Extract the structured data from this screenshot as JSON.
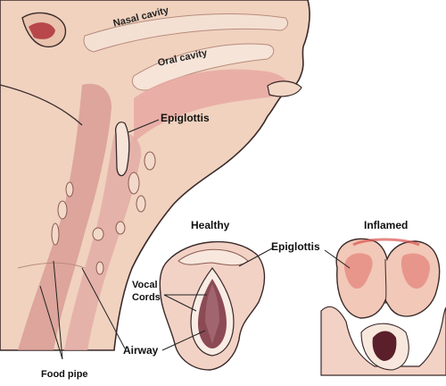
{
  "labels": {
    "nasal_cavity": "Nasal cavity",
    "oral_cavity": "Oral cavity",
    "epiglottis_side": "Epiglottis",
    "healthy": "Healthy",
    "inflamed": "Inflamed",
    "epiglottis_front": "Epiglottis",
    "vocal_cords_line1": "Vocal",
    "vocal_cords_line2": "Cords",
    "airway": "Airway",
    "food_pipe": "Food pipe"
  },
  "colors": {
    "skin": "#f0d2bf",
    "tissue": "#e6b8ad",
    "mucosa": "#d98e8a",
    "inflamed_red": "#d9534f",
    "dark_airway": "#6a2a35",
    "outline": "#3a2a2a"
  }
}
